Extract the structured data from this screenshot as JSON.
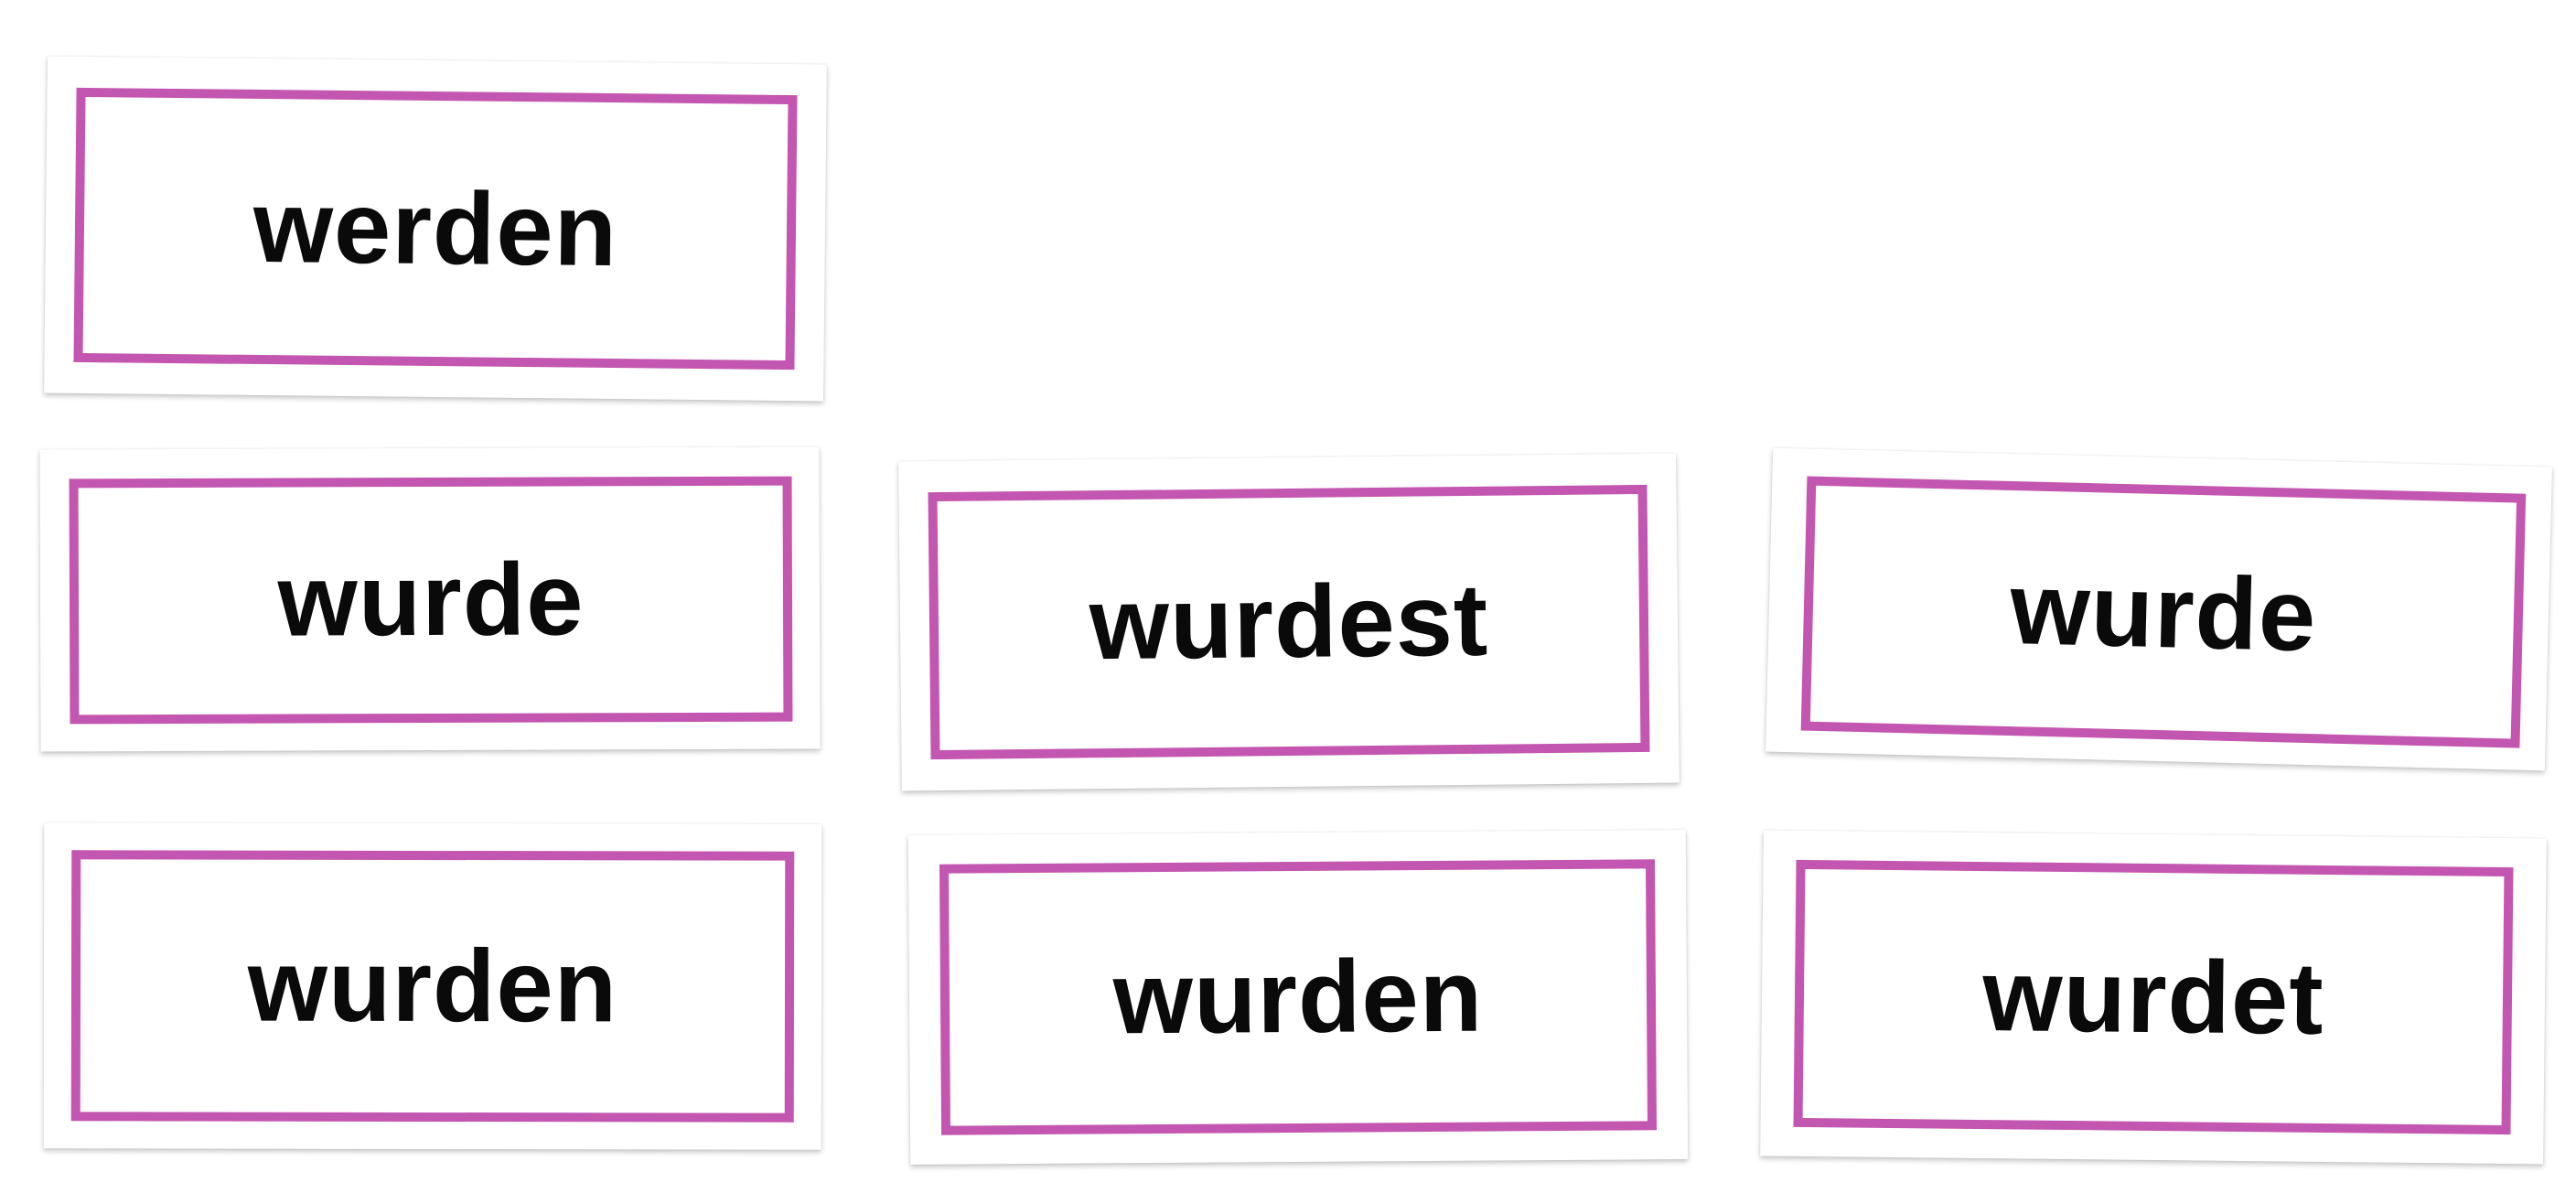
{
  "colors": {
    "background": "#ffffff",
    "card": "#ffffff",
    "frame_border": "#c356b0",
    "text": "#0a0a0a"
  },
  "cards": [
    {
      "word": "werden"
    },
    {
      "word": "wurde"
    },
    {
      "word": "wurdest"
    },
    {
      "word": "wurde"
    },
    {
      "word": "wurden"
    },
    {
      "word": "wurden"
    },
    {
      "word": "wurdet"
    }
  ]
}
